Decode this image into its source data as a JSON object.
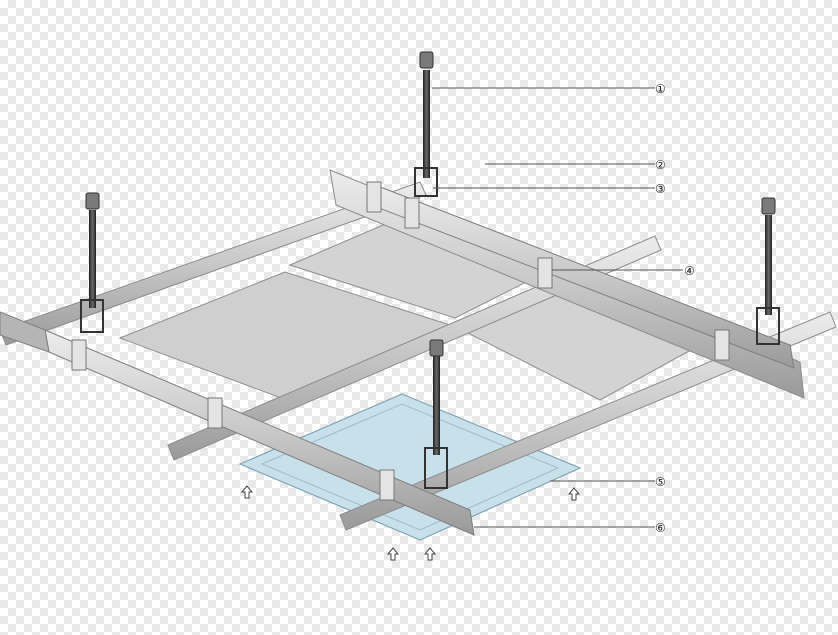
{
  "callouts": [
    {
      "label": "①"
    },
    {
      "label": "②"
    },
    {
      "label": "③"
    },
    {
      "label": "④"
    },
    {
      "label": "⑤"
    },
    {
      "label": "⑥"
    }
  ],
  "colors": {
    "panel": "#d3d3d3",
    "panel_edge": "#8f8f8f",
    "rail_light": "#e2e2e2",
    "rail_mid": "#bdbdbd",
    "rail_dark": "#8c8c8c",
    "rod": "#3a3a3a",
    "installing_panel": "#c8e0ea",
    "installing_edge": "#7fa5b5",
    "leader": "#555555"
  },
  "icons": [
    "rod-icon",
    "arrow-up-icon"
  ]
}
